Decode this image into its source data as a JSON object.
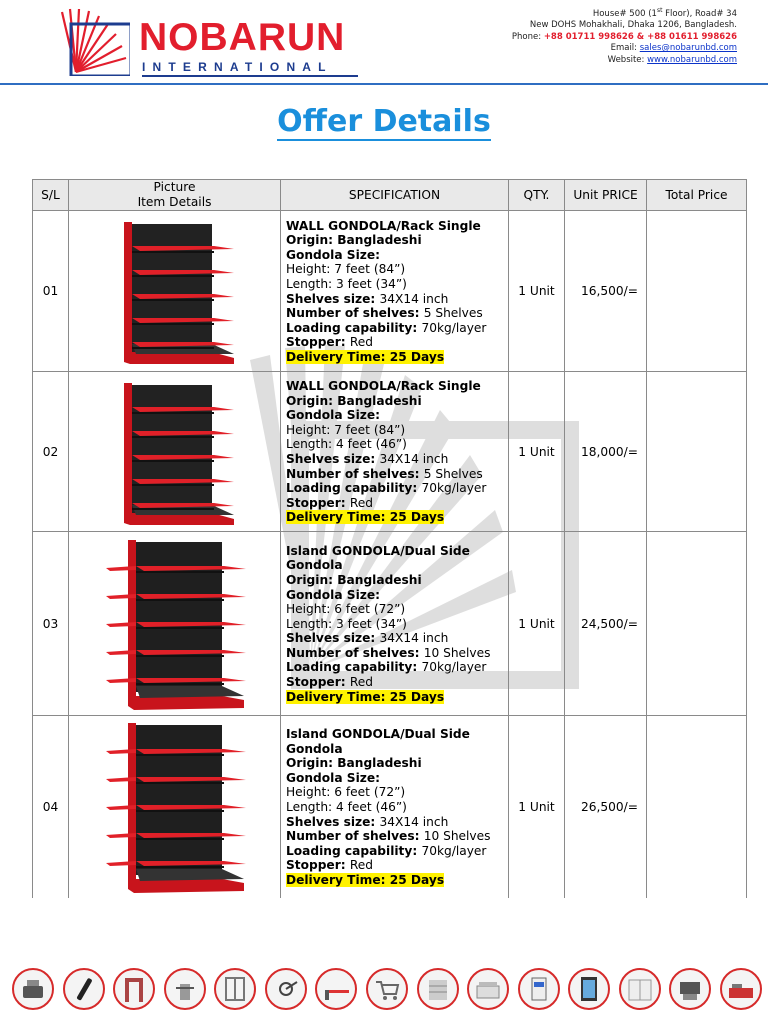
{
  "brand": {
    "name": "NOBARUN",
    "subtitle": "INTERNATIONAL"
  },
  "contact": {
    "address_line1": "House# 500 (1st Floor), Road# 34",
    "address_line2": "New DOHS Mohakhali, Dhaka 1206, Bangladesh.",
    "phone_label": "Phone:",
    "phone_numbers": "+88 01711 998626 & +88 01611 998626",
    "email_label": "Email:",
    "email": "sales@nobarunbd.com",
    "website_label": "Website:",
    "website": "www.nobarunbd.com"
  },
  "title": "Offer Details",
  "table": {
    "headers": {
      "sl": "S/L",
      "picture_line1": "Picture",
      "picture_line2": "Item Details",
      "specification": "SPECIFICATION",
      "qty": "QTY.",
      "unit_price": "Unit PRICE",
      "total_price": "Total Price"
    },
    "rows": [
      {
        "sl": "01",
        "picture": "single-side-gondola",
        "spec": [
          {
            "bold": "WALL GONDOLA/Rack Single",
            "text": ""
          },
          {
            "bold": "Origin: ",
            "text": "",
            "bold2": "Bangladeshi"
          },
          {
            "bold": "Gondola Size:",
            "text": ""
          },
          {
            "bold": "",
            "text": "Height: 7 feet (84”)"
          },
          {
            "bold": "",
            "text": "Length: 3 feet (34”)"
          },
          {
            "bold": "Shelves size: ",
            "text": "34X14 inch"
          },
          {
            "bold": "Number of shelves: ",
            "text": "5 Shelves"
          },
          {
            "bold": "Loading capability: ",
            "text": "70kg/layer"
          },
          {
            "bold": "Stopper: ",
            "text": "Red"
          }
        ],
        "delivery": "Delivery Time: 25 Days",
        "qty": "1 Unit",
        "unit_price": "16,500/=",
        "total_price": ""
      },
      {
        "sl": "02",
        "picture": "single-side-gondola",
        "spec": [
          {
            "bold": "WALL GONDOLA/Rack Single",
            "text": ""
          },
          {
            "bold": "Origin: ",
            "text": "",
            "bold2": "Bangladeshi"
          },
          {
            "bold": "Gondola Size:",
            "text": ""
          },
          {
            "bold": "",
            "text": "Height: 7 feet (84”)"
          },
          {
            "bold": "",
            "text": "Length: 4 feet (46”)"
          },
          {
            "bold": "Shelves size: ",
            "text": "34X14 inch"
          },
          {
            "bold": "Number of shelves: ",
            "text": "5 Shelves"
          },
          {
            "bold": "Loading capability: ",
            "text": "70kg/layer"
          },
          {
            "bold": "Stopper: ",
            "text": "Red"
          }
        ],
        "delivery": "Delivery Time: 25 Days",
        "qty": "1 Unit",
        "unit_price": "18,000/=",
        "total_price": ""
      },
      {
        "sl": "03",
        "picture": "dual-side-gondola",
        "spec": [
          {
            "bold": "Island GONDOLA/Dual Side",
            "text": ""
          },
          {
            "bold": "Gondola",
            "text": ""
          },
          {
            "bold": "Origin: ",
            "text": "",
            "bold2": "Bangladeshi"
          },
          {
            "bold": "Gondola Size:",
            "text": ""
          },
          {
            "bold": "",
            "text": "Height: 6 feet (72”)"
          },
          {
            "bold": "",
            "text": "Length: 3 feet (34”)"
          },
          {
            "bold": "Shelves size: ",
            "text": "34X14 inch"
          },
          {
            "bold": "Number of shelves: ",
            "text": "10 Shelves"
          },
          {
            "bold": "Loading capability: ",
            "text": "70kg/layer"
          },
          {
            "bold": "Stopper: ",
            "text": "Red"
          }
        ],
        "delivery": "Delivery Time: 25 Days",
        "qty": "1 Unit",
        "unit_price": "24,500/=",
        "total_price": ""
      },
      {
        "sl": "04",
        "picture": "dual-side-gondola",
        "spec": [
          {
            "bold": "Island GONDOLA/Dual Side",
            "text": ""
          },
          {
            "bold": "Gondola",
            "text": ""
          },
          {
            "bold": "Origin: ",
            "text": "",
            "bold2": "Bangladeshi"
          },
          {
            "bold": "Gondola Size:",
            "text": ""
          },
          {
            "bold": "",
            "text": "Height: 6 feet (72”)"
          },
          {
            "bold": "",
            "text": "Length: 4 feet (46”)"
          },
          {
            "bold": "Shelves size: ",
            "text": "34X14 inch"
          },
          {
            "bold": "Number of shelves: ",
            "text": "10 Shelves"
          },
          {
            "bold": "Loading capability: ",
            "text": "70kg/layer"
          },
          {
            "bold": "Stopper: ",
            "text": "Red"
          }
        ],
        "delivery": "Delivery Time: 25 Days",
        "qty": "1 Unit",
        "unit_price": "26,500/=",
        "total_price": ""
      }
    ]
  },
  "footer_icons": [
    "cash-register-icon",
    "metal-detector-wand-icon",
    "walkthrough-gate-icon",
    "turnstile-icon",
    "full-height-turnstile-icon",
    "barrier-arm-icon",
    "boom-barrier-icon",
    "shopping-trolley-icon",
    "gondola-rack-icon",
    "display-freezer-icon",
    "ice-machine-icon",
    "beverage-cooler-icon",
    "cold-room-icon",
    "pos-terminal-icon",
    "checkout-counter-icon"
  ],
  "colors": {
    "brand_red": "#e21e2d",
    "brand_blue": "#1d3c8f",
    "title_blue": "#1a8fdc",
    "highlight": "#fff200"
  }
}
